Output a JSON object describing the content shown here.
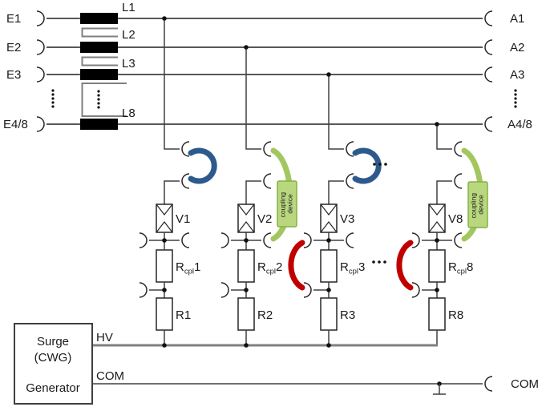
{
  "terminals": {
    "left": [
      "E1",
      "E2",
      "E3",
      "E4/8"
    ],
    "right": [
      "A1",
      "A2",
      "A3",
      "A4/8"
    ],
    "com_right": "COM"
  },
  "inductors": [
    "L1",
    "L2",
    "L3",
    "L8"
  ],
  "rcpl_base": "R",
  "rcpl_sub": "cpl",
  "branches": [
    {
      "varistor": "V1",
      "rcpl_num": "1",
      "resistor": "R1"
    },
    {
      "varistor": "V2",
      "rcpl_num": "2",
      "resistor": "R2"
    },
    {
      "varistor": "V3",
      "rcpl_num": "3",
      "resistor": "R3"
    },
    {
      "varistor": "V8",
      "rcpl_num": "8",
      "resistor": "R8"
    }
  ],
  "coupling_box": {
    "line1": "coupling",
    "line2": "device"
  },
  "generator": {
    "line1": "Surge",
    "line2": "(CWG)",
    "line3": "Generator"
  },
  "rails": {
    "hv": "HV",
    "com": "COM"
  },
  "colors": {
    "blue_coupler": "#2d5a8c",
    "green_coupler": "#a3c75f",
    "green_box_fill": "#b9d77f",
    "green_box_border": "#85b043",
    "red_coupler": "#c00000"
  }
}
